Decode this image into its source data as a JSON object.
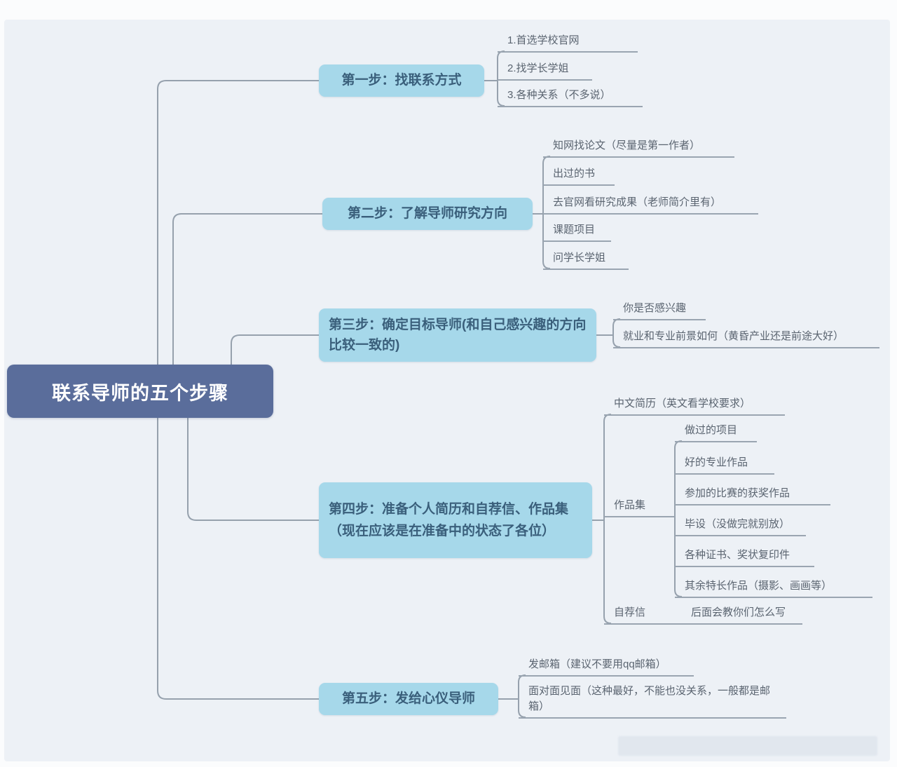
{
  "title": "联系导师的五个步骤",
  "colors": {
    "canvas_bg": "#edf1f6",
    "root_bg": "#5a6d9b",
    "root_text": "#ffffff",
    "step_bg": "#a6d8ea",
    "step_text": "#3a5f7b",
    "leaf_text": "#5a6470",
    "line": "#96a1ad"
  },
  "root": {
    "label": "联系导师的五个步骤"
  },
  "steps": [
    {
      "label": "第一步：找联系方式",
      "children": [
        "1.首选学校官网",
        "2.找学长学姐",
        "3.各种关系（不多说）"
      ]
    },
    {
      "label": "第二步：了解导师研究方向",
      "children": [
        "知网找论文（尽量是第一作者）",
        "出过的书",
        "去官网看研究成果（老师简介里有）",
        "课题项目",
        "问学长学姐"
      ]
    },
    {
      "label": "第三步：确定目标导师(和自己感兴趣的方向比较一致的)",
      "children": [
        "你是否感兴趣",
        "就业和专业前景如何（黄昏产业还是前途大好）"
      ]
    },
    {
      "label": "第四步：准备个人简历和自荐信、作品集（现在应该是在准备中的状态了各位）",
      "children": [
        "中文简历（英文看学校要求）",
        {
          "label": "作品集",
          "children": [
            "做过的项目",
            "好的专业作品",
            "参加的比赛的获奖作品",
            "毕设（没做完就别放）",
            "各种证书、奖状复印件",
            "其余特长作品（摄影、画画等）"
          ]
        },
        {
          "label": "自荐信",
          "children": [
            "后面会教你们怎么写"
          ]
        }
      ]
    },
    {
      "label": "第五步：发给心仪导师",
      "children": [
        "发邮箱（建议不要用qq邮箱）",
        "面对面见面（这种最好，不能也没关系，一般都是邮箱）"
      ]
    }
  ]
}
